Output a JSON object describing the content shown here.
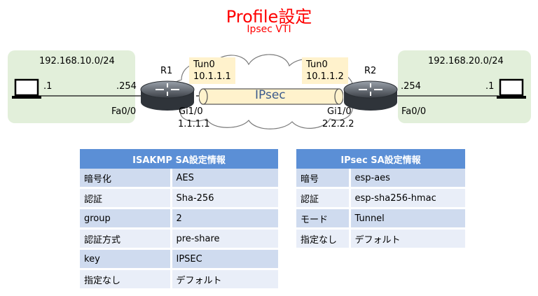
{
  "title": "Profile設定",
  "subtitle": "Ipsec VTI",
  "left_lan": {
    "network": "192.168.10.0/24",
    "host_ip": ".1",
    "router_ip": ".254",
    "interface": "Fa0/0"
  },
  "right_lan": {
    "network": "192.168.20.0/24",
    "host_ip": ".1",
    "router_ip": ".254",
    "interface": "Fa0/0"
  },
  "r1": {
    "name": "R1",
    "tunnel": "Tun0",
    "tunnel_ip": "10.1.1.1",
    "wan_if": "Gi1/0",
    "wan_ip": "1.1.1.1"
  },
  "r2": {
    "name": "R2",
    "tunnel": "Tun0",
    "tunnel_ip": "10.1.1.2",
    "wan_if": "Gi1/0",
    "wan_ip": "2.2.2.2"
  },
  "tunnel_label": "IPsec",
  "isakmp": {
    "header": "ISAKMP SA設定情報",
    "rows": [
      [
        "暗号化",
        "AES"
      ],
      [
        "認証",
        "Sha-256"
      ],
      [
        "group",
        "2"
      ],
      [
        "認証方式",
        "pre-share"
      ],
      [
        "key",
        "IPSEC"
      ],
      [
        "指定なし",
        "デフォルト"
      ]
    ]
  },
  "ipsec": {
    "header": "IPsec SA設定情報",
    "rows": [
      [
        "暗号",
        "esp-aes"
      ],
      [
        "認証",
        "esp-sha256-hmac"
      ],
      [
        "モード",
        "Tunnel"
      ],
      [
        "指定なし",
        "デフォルト"
      ]
    ]
  },
  "colors": {
    "title": "#ff0000",
    "lan_bg": "#e2efda",
    "tunnel_bg": "#fff2cc",
    "table_header": "#5b8fd6",
    "row_dark": "#cfdbef",
    "row_light": "#e9eef8"
  },
  "icons": [
    "laptop-icon",
    "router-icon",
    "cloud-icon"
  ]
}
